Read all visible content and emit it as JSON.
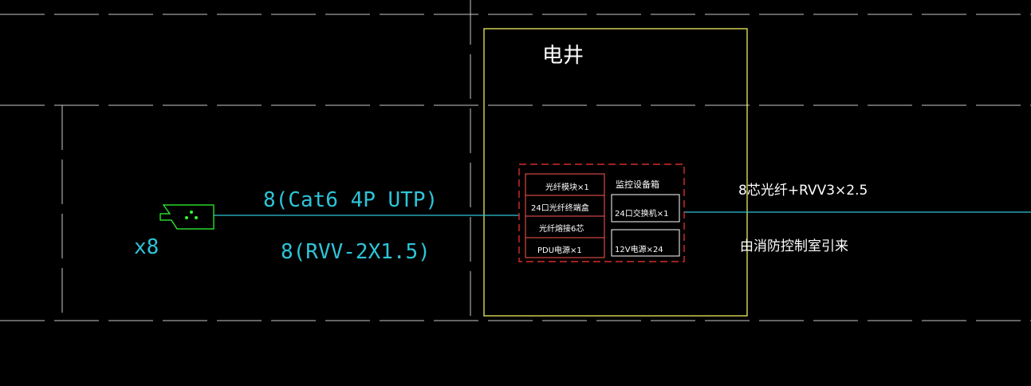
{
  "colors": {
    "background": "#000000",
    "grid_lines": "#c8c8c8",
    "shaft_outline": "#ffff66",
    "cabinet_outline": "#ff3333",
    "signal_line": "#2ec4d8",
    "camera": "#33ff33",
    "text_white": "#ffffff",
    "text_cyan": "#2ec4d8"
  },
  "shaft": {
    "title": "电井"
  },
  "cabinet": {
    "title": "监控设备箱",
    "left_column": [
      "光纤模块×1",
      "24口光纤终端盒",
      "光纤熔接6芯",
      "PDU电源×1"
    ],
    "right_boxes": [
      "24口交换机×1",
      "12V电源×24"
    ]
  },
  "camera": {
    "icon": "camera-icon",
    "count_label": "x8"
  },
  "cable_left": {
    "line1": "8(Cat6 4P UTP)",
    "line2": "8(RVV-2X1.5)"
  },
  "cable_right": {
    "line1": "8芯光纤+RVV3×2.5",
    "line2": "由消防控制室引来"
  }
}
